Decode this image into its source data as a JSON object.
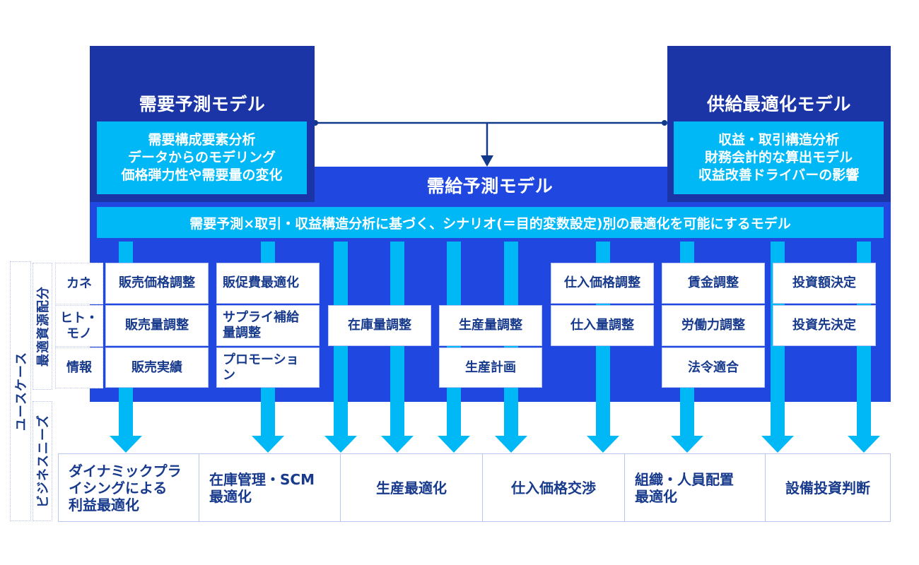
{
  "demand_model": {
    "title": "需要予測モデル",
    "lines": [
      "需要構成要素分析",
      "データからのモデリング",
      "価格弾力性や需要量の変化"
    ]
  },
  "supply_model": {
    "title": "供給最適化モデル",
    "lines": [
      "収益・取引構造分析",
      "財務会計的な算出モデル",
      "収益改善ドライバーの影響"
    ]
  },
  "combined_model": {
    "title": "需給予測モデル",
    "banner": "需要予測×取引・収益構造分析に基づく、シナリオ(＝目的変数設定)別の最適化を可能にするモデル"
  },
  "side_labels": {
    "use_case": "ユースケース",
    "optimal_allocation": "最適資源配分",
    "business_needs": "ビジネスニーズ"
  },
  "resource_rows": [
    "カネ",
    "ヒト・\nモノ",
    "情報"
  ],
  "use_cases": {
    "pricing": [
      "販売価格調整",
      "販売量調整",
      "販売実績"
    ],
    "promotion": [
      "販促費最適化",
      "サプライ補給\n量調整",
      "プロモーショ\nン"
    ],
    "inventory": [
      "在庫量調整"
    ],
    "production": [
      "生産量調整",
      "生産計画"
    ],
    "purchasing": [
      "仕入価格調整",
      "仕入量調整"
    ],
    "labor": [
      "賃金調整",
      "労働力調整",
      "法令適合"
    ],
    "investment": [
      "投資額決定",
      "投資先決定"
    ]
  },
  "business_needs": [
    "ダイナミックプラ\nイシングによる\n利益最適化",
    "在庫管理・SCM\n最適化",
    "生産最適化",
    "仕入価格交渉",
    "組織・人員配置\n最適化",
    "設備投資判断"
  ],
  "colors": {
    "navy": "#1b34a6",
    "blue": "#2048e0",
    "cyan": "#00b8f5",
    "text_dark": "#173a8c"
  }
}
